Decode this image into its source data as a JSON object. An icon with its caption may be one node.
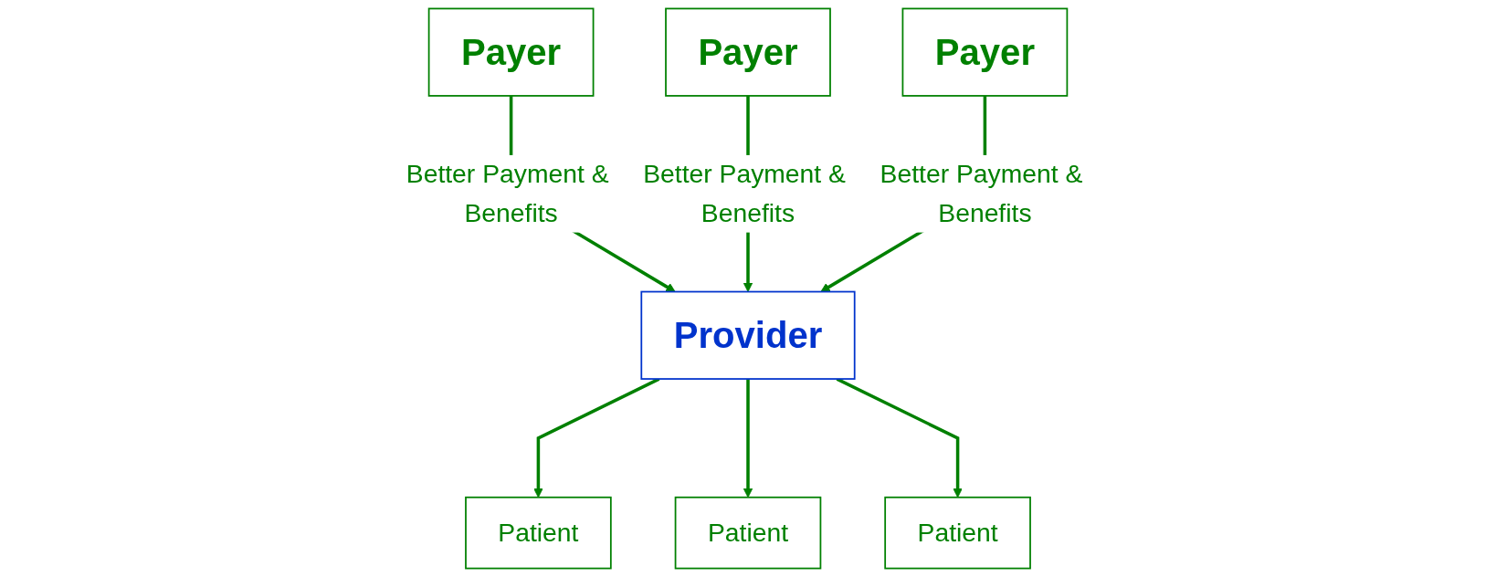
{
  "diagram": {
    "nodes": [
      {
        "text": [
          "Payer"
        ]
      },
      {
        "text": [
          "Payer"
        ]
      },
      {
        "text": [
          "Payer"
        ]
      },
      {
        "text": [
          "Provider"
        ]
      },
      {
        "text": [
          "Patient"
        ]
      },
      {
        "text": [
          "Patient"
        ]
      },
      {
        "text": [
          "Patient"
        ]
      }
    ],
    "edges": [
      {
        "from": 0,
        "to": 3,
        "arrow": "to",
        "label": "Better Payment & Benefits"
      },
      {
        "from": 1,
        "to": 3,
        "arrow": "to",
        "label": "Better Payment & Benefits"
      },
      {
        "from": 2,
        "to": 3,
        "arrow": "to",
        "label": "Better Payment & Benefits"
      },
      {
        "from": 3,
        "to": 4,
        "arrow": "to"
      },
      {
        "from": 3,
        "to": 5,
        "arrow": "to"
      },
      {
        "from": 3,
        "to": 6,
        "arrow": "to"
      }
    ]
  }
}
